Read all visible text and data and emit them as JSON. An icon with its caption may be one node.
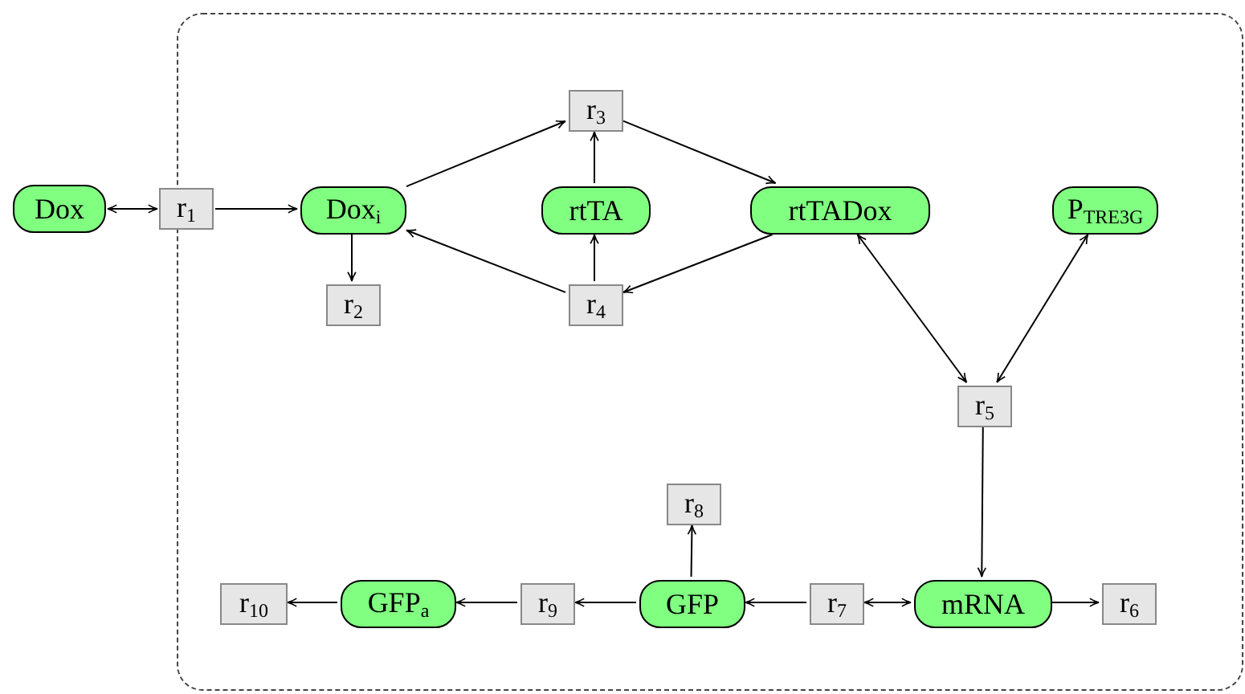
{
  "diagram": {
    "nodes": [
      {
        "text": [],
        "shape": "box"
      },
      {
        "text": [
          "Dox"
        ]
      },
      {
        "text": [
          "r$_{1}$"
        ]
      },
      {
        "text": [
          "Dox$_{i}$"
        ],
        "in": 0
      },
      {
        "text": [
          "r$_{2}$"
        ],
        "in": 0
      },
      {
        "text": [
          "r$_{3}$"
        ],
        "in": 0
      },
      {
        "text": [
          "rtTA"
        ],
        "in": 0
      },
      {
        "text": [
          "r$_{4}$"
        ],
        "in": 0
      },
      {
        "text": [
          "rtTADox"
        ],
        "in": 0
      },
      {
        "text": [
          "P$_{TRE3G}$"
        ],
        "in": 0
      },
      {
        "text": [
          "r$_{5}$"
        ],
        "in": 0
      },
      {
        "text": [
          "r$_{8}$"
        ],
        "in": 0
      },
      {
        "text": [
          "r$_{10}$"
        ],
        "in": 0
      },
      {
        "text": [
          "GFP$_{a}$"
        ],
        "in": 0
      },
      {
        "text": [
          "r$_{9}$"
        ],
        "in": 0
      },
      {
        "text": [
          "GFP"
        ],
        "in": 0
      },
      {
        "text": [
          "r$_{7}$"
        ],
        "in": 0
      },
      {
        "text": [
          "mRNA"
        ],
        "in": 0
      },
      {
        "text": [
          "r$_{6}$"
        ],
        "in": 0
      }
    ],
    "edges": [
      {
        "from": 1,
        "to": 2,
        "arrow": "both"
      },
      {
        "from": 2,
        "to": 3,
        "arrow": "to"
      },
      {
        "from": 3,
        "to": 4,
        "arrow": "to"
      },
      {
        "from": 3,
        "to": 5,
        "arrow": "to"
      },
      {
        "from": 6,
        "to": 5,
        "arrow": "to"
      },
      {
        "from": 5,
        "to": 8,
        "arrow": "to"
      },
      {
        "from": 7,
        "to": 6,
        "arrow": "to"
      },
      {
        "from": 7,
        "to": 3,
        "arrow": "to"
      },
      {
        "from": 8,
        "to": 7,
        "arrow": "to"
      },
      {
        "from": 8,
        "to": 10,
        "arrow": "both"
      },
      {
        "from": 9,
        "to": 10,
        "arrow": "both"
      },
      {
        "from": 10,
        "to": 17,
        "arrow": "to"
      },
      {
        "from": 17,
        "to": 18,
        "arrow": "to"
      },
      {
        "from": 16,
        "to": 17,
        "arrow": "both"
      },
      {
        "from": 16,
        "to": 15,
        "arrow": "to"
      },
      {
        "from": 15,
        "to": 11,
        "arrow": "to"
      },
      {
        "from": 15,
        "to": 14,
        "arrow": "to"
      },
      {
        "from": 14,
        "to": 13,
        "arrow": "to"
      },
      {
        "from": 13,
        "to": 12,
        "arrow": "to"
      }
    ]
  }
}
